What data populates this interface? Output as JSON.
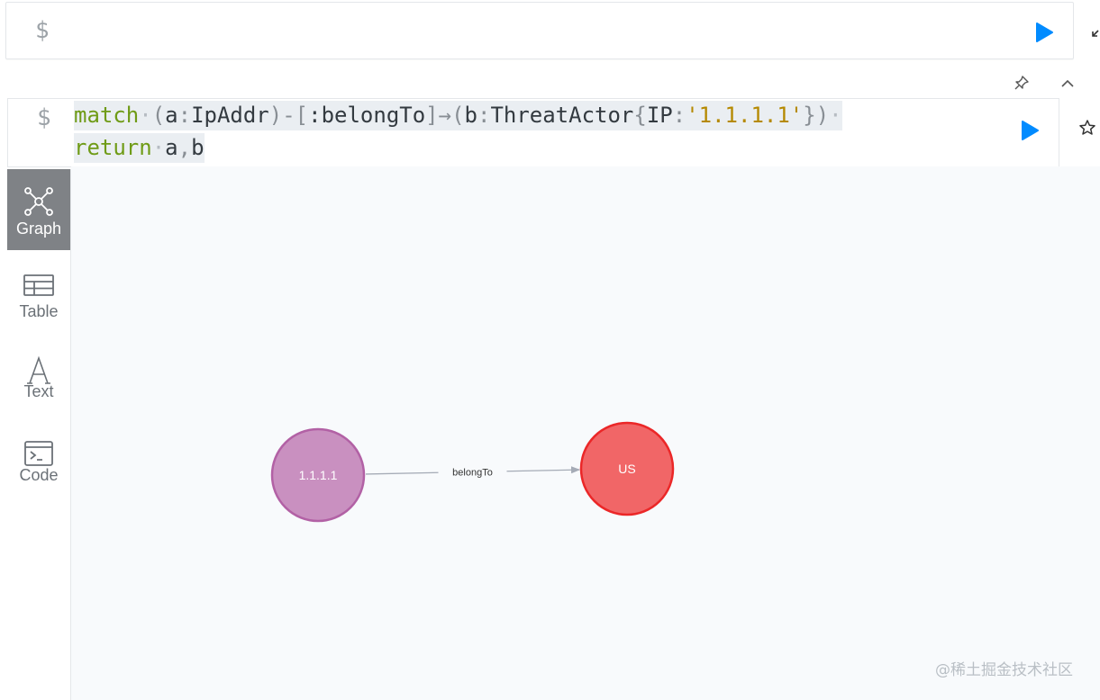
{
  "top_editor": {
    "prompt": "$"
  },
  "frame": {
    "prompt": "$",
    "query_tokens": {
      "line1": [
        {
          "t": "match",
          "c": "kw"
        },
        {
          "t": "·",
          "c": "dot"
        },
        {
          "t": "(",
          "c": "punc"
        },
        {
          "t": "a",
          "c": "ident"
        },
        {
          "t": ":",
          "c": "punc"
        },
        {
          "t": "IpAddr",
          "c": "ident"
        },
        {
          "t": ")-[",
          "c": "punc"
        },
        {
          "t": ":belongTo",
          "c": "ident"
        },
        {
          "t": "]→(",
          "c": "punc"
        },
        {
          "t": "b",
          "c": "ident"
        },
        {
          "t": ":",
          "c": "punc"
        },
        {
          "t": "ThreatActor",
          "c": "ident"
        },
        {
          "t": "{",
          "c": "punc"
        },
        {
          "t": "IP",
          "c": "ident"
        },
        {
          "t": ":",
          "c": "punc"
        },
        {
          "t": "'1.1.1.1'",
          "c": "str"
        },
        {
          "t": "})",
          "c": "punc"
        },
        {
          "t": "·",
          "c": "dot"
        }
      ],
      "line2": [
        {
          "t": "return",
          "c": "kw"
        },
        {
          "t": "·",
          "c": "dot"
        },
        {
          "t": "a",
          "c": "ident"
        },
        {
          "t": ",",
          "c": "punc"
        },
        {
          "t": "b",
          "c": "ident"
        }
      ]
    }
  },
  "view_tabs": [
    {
      "id": "graph",
      "label": "Graph",
      "icon": "graph-icon",
      "active": true
    },
    {
      "id": "table",
      "label": "Table",
      "icon": "table-icon",
      "active": false
    },
    {
      "id": "text",
      "label": "Text",
      "icon": "text-icon",
      "active": false
    },
    {
      "id": "code",
      "label": "Code",
      "icon": "code-icon",
      "active": false
    }
  ],
  "graph": {
    "nodes": [
      {
        "id": "a",
        "label": "1.1.1.1",
        "fill": "#c990c0",
        "stroke": "#b261a5"
      },
      {
        "id": "b",
        "label": "US",
        "fill": "#f16667",
        "stroke": "#eb2728"
      }
    ],
    "relationships": [
      {
        "from": "a",
        "to": "b",
        "type": "belongTo",
        "color": "#a5abb6"
      }
    ]
  },
  "watermark": "@稀土掘金技术社区",
  "colors": {
    "play": "#018bff",
    "active_tab": "#7f8286",
    "canvas_bg": "#f8fafc"
  }
}
